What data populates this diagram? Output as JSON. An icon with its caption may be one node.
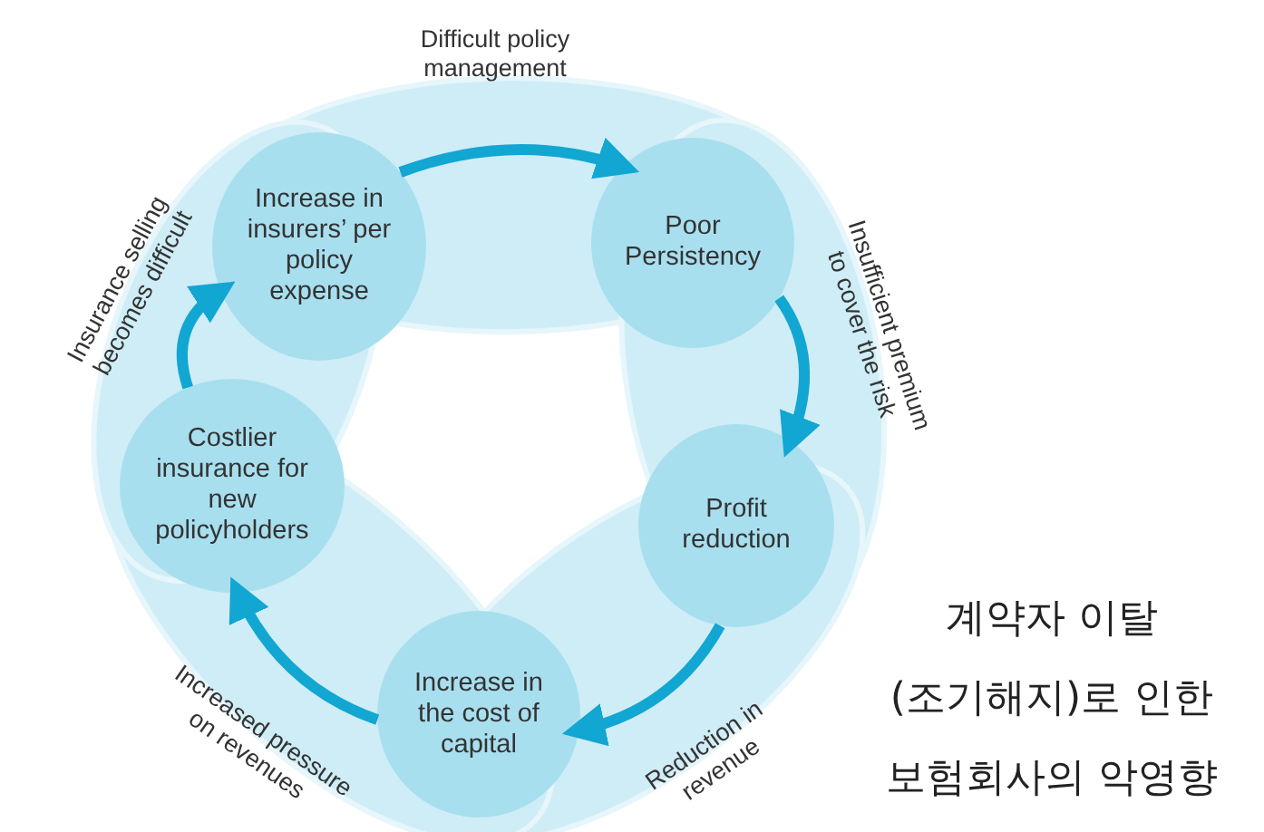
{
  "diagram": {
    "nodes": [
      {
        "text": [
          "Increase in insurers’ per policy expense"
        ]
      },
      {
        "text": [
          "Poor Persistency"
        ]
      },
      {
        "text": [
          "Costlier insurance for new policyholders"
        ]
      },
      {
        "text": [
          "Profit reduction"
        ]
      },
      {
        "text": [
          "Increase in the cost of capital"
        ]
      }
    ],
    "edges": [
      {
        "from": 0,
        "to": 1,
        "arrow": "to",
        "label": "Difficult policy management"
      },
      {
        "from": 1,
        "to": 3,
        "arrow": "to",
        "label": "Insufficient premium to cover the risk"
      },
      {
        "from": 3,
        "to": 4,
        "arrow": "to",
        "label": "Reduction in revenue"
      },
      {
        "from": 4,
        "to": 2,
        "arrow": "to",
        "label": "Increased pressure on revenues"
      },
      {
        "from": 2,
        "to": 0,
        "arrow": "to",
        "label": "Insurance selling becomes difficult"
      }
    ],
    "labels": [
      "계약자 이탈 (조기해지)로 인한 보험회사의 악영향"
    ]
  }
}
